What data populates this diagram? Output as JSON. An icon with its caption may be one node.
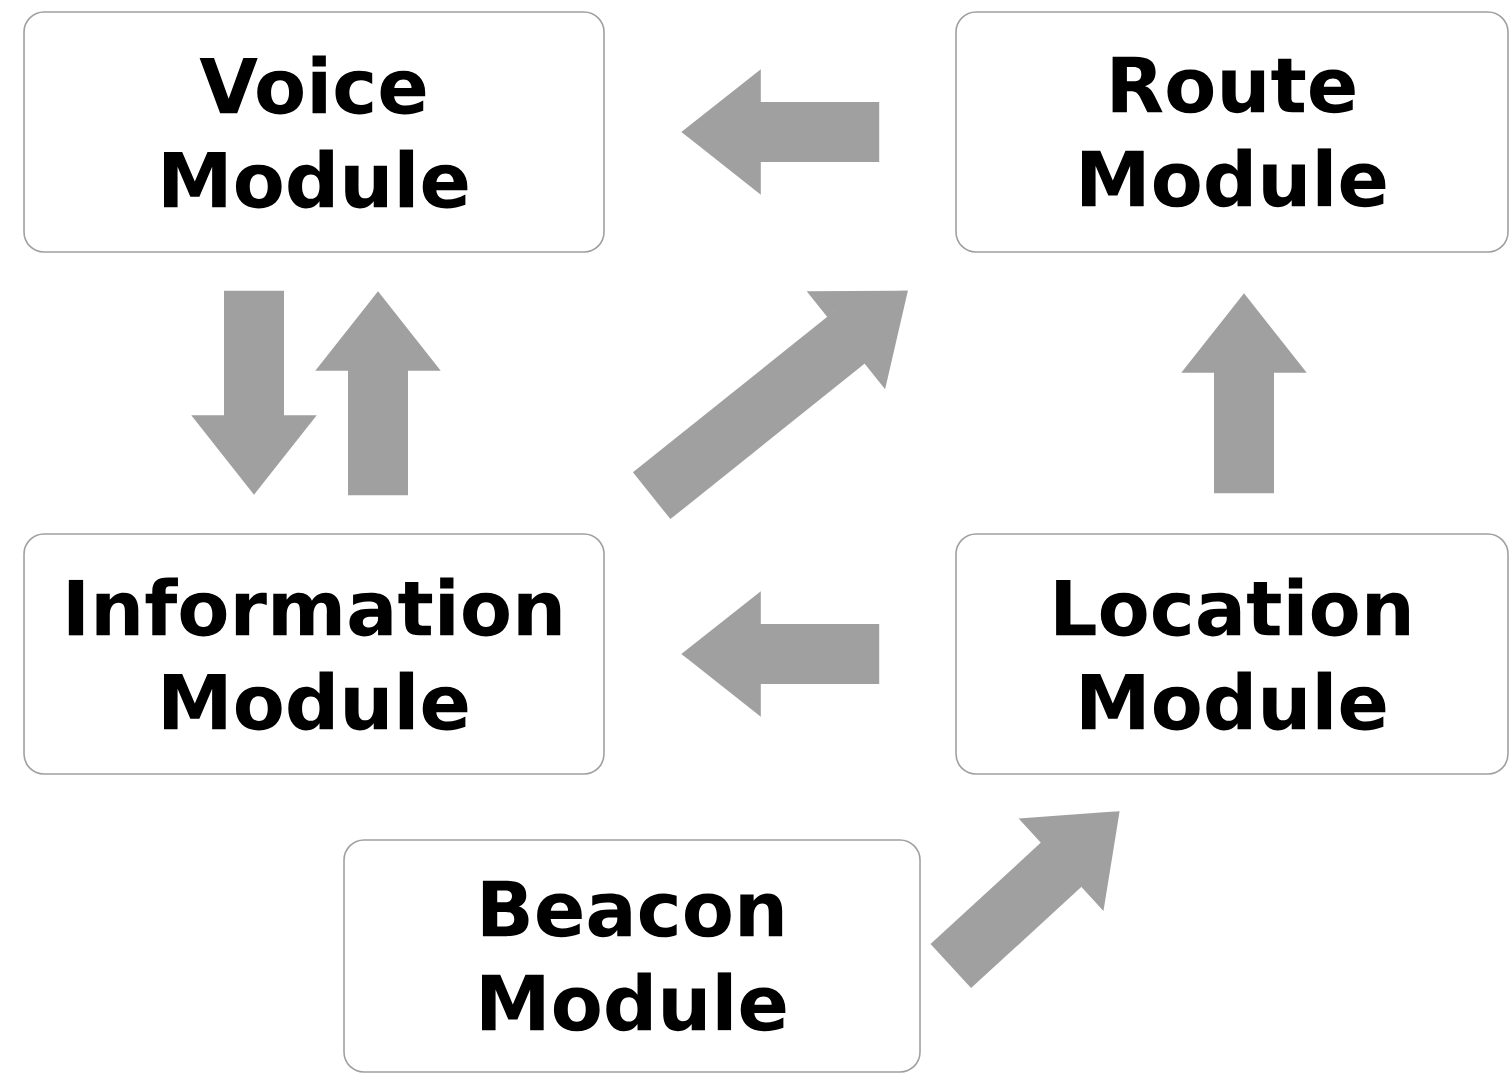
{
  "diagram": {
    "nodes": [
      {
        "text": [
          "Voice Module"
        ]
      },
      {
        "text": [
          "Route Module"
        ]
      },
      {
        "text": [
          "Information Module"
        ]
      },
      {
        "text": [
          "Location Module"
        ]
      },
      {
        "text": [
          "Beacon Module"
        ]
      }
    ],
    "edges": [
      {
        "from": 1,
        "to": 0,
        "arrow": "to"
      },
      {
        "from": 0,
        "to": 2,
        "arrow": "to"
      },
      {
        "from": 2,
        "to": 0,
        "arrow": "to"
      },
      {
        "from": 2,
        "to": 1,
        "arrow": "to"
      },
      {
        "from": 3,
        "to": 2,
        "arrow": "to"
      },
      {
        "from": 3,
        "to": 1,
        "arrow": "to"
      },
      {
        "from": 4,
        "to": 3,
        "arrow": "to"
      }
    ]
  }
}
